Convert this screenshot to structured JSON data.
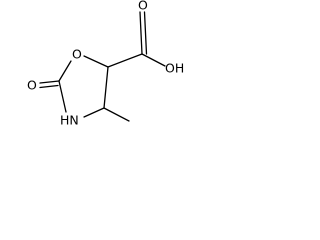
{
  "molecule": {
    "atom_labels": {
      "ring_oxygen": "O",
      "carbonyl_oxygen": "O",
      "ring_nitrogen": "HN",
      "hydroxyl": "OH",
      "acid_carbonyl_oxygen": "O"
    },
    "line_color": "#000000",
    "background_color": "#ffffff"
  }
}
